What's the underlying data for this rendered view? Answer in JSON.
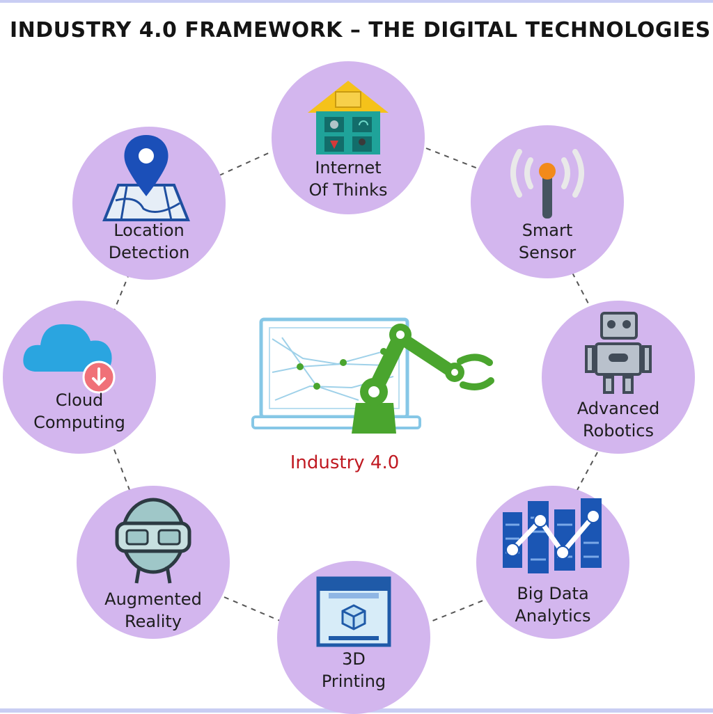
{
  "title": "INDUSTRY 4.0 FRAMEWORK – THE DIGITAL TECHNOLOGIES",
  "center": {
    "label": "Industry 4.0",
    "icon": "robot-arm-laptop-icon"
  },
  "nodes": [
    {
      "id": "iot",
      "line1": "Internet",
      "line2": "Of Thinks",
      "icon": "smart-home-icon"
    },
    {
      "id": "sensor",
      "line1": "Smart",
      "line2": "Sensor",
      "icon": "sensor-signal-icon"
    },
    {
      "id": "robotics",
      "line1": "Advanced",
      "line2": "Robotics",
      "icon": "robot-icon"
    },
    {
      "id": "bigdata",
      "line1": "Big Data",
      "line2": "Analytics",
      "icon": "data-analytics-icon"
    },
    {
      "id": "printing",
      "line1": "3D",
      "line2": "Printing",
      "icon": "3d-printer-icon"
    },
    {
      "id": "ar",
      "line1": "Augmented",
      "line2": "Reality",
      "icon": "vr-headset-icon"
    },
    {
      "id": "cloud",
      "line1": "Cloud",
      "line2": "Computing",
      "icon": "cloud-download-icon"
    },
    {
      "id": "location",
      "line1": "Location",
      "line2": "Detection",
      "icon": "map-pin-icon"
    }
  ],
  "colors": {
    "node_fill": "#d3b6ee",
    "center_label": "#c01a22",
    "arm_green": "#4aa52e",
    "laptop_blue": "#86c7e6",
    "connector": "#555555"
  }
}
